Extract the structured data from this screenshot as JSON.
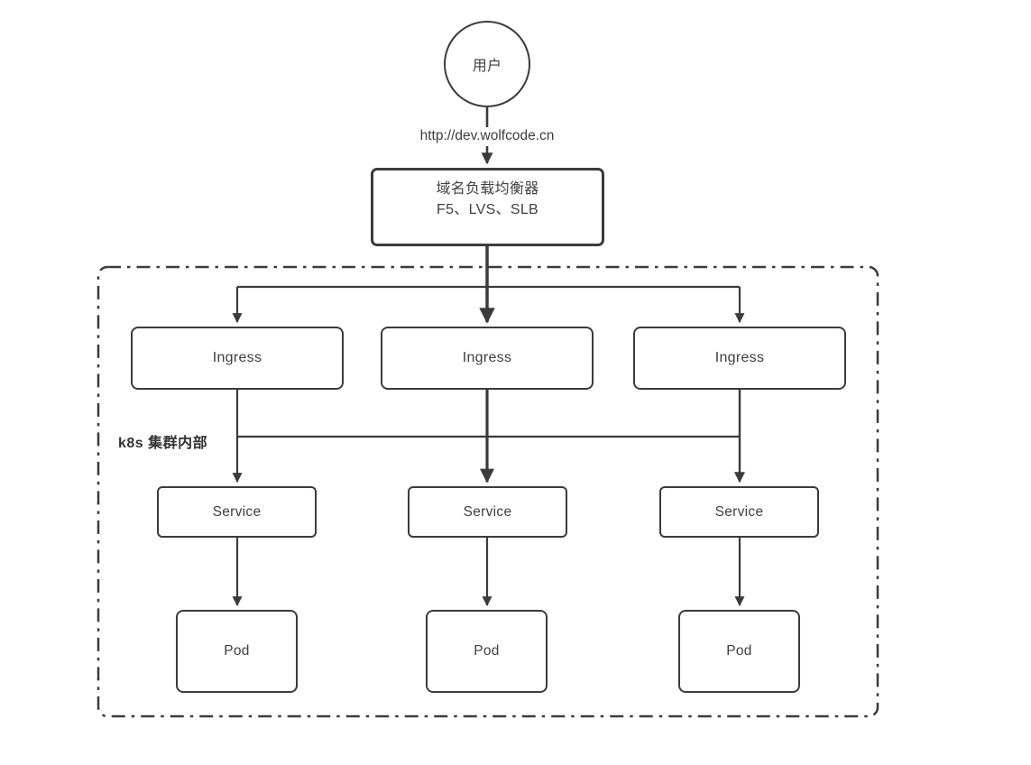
{
  "diagram": {
    "title_semantic": "k8s ingress traffic flow diagram",
    "colors": {
      "background": "#ffffff",
      "stroke": "#3b3b3b",
      "text": "#3c3c3c"
    },
    "user_node": {
      "label": "用户"
    },
    "request_label": "http://dev.wolfcode.cn",
    "load_balancer": {
      "title": "域名负载均衡器",
      "subtitle": "F5、LVS、SLB"
    },
    "cluster_label": "k8s 集群内部",
    "ingress_nodes": [
      {
        "label": "Ingress"
      },
      {
        "label": "Ingress"
      },
      {
        "label": "Ingress"
      }
    ],
    "service_nodes": [
      {
        "label": "Service"
      },
      {
        "label": "Service"
      },
      {
        "label": "Service"
      }
    ],
    "pod_nodes": [
      {
        "label": "Pod"
      },
      {
        "label": "Pod"
      },
      {
        "label": "Pod"
      }
    ],
    "edges": [
      "user -> load-balancer (labeled http://dev.wolfcode.cn)",
      "load-balancer -> ingress-1",
      "load-balancer -> ingress-2",
      "load-balancer -> ingress-3",
      "ingress-1 -> service-1 (shared horizontal bus links all three columns)",
      "ingress-2 -> service-2",
      "ingress-3 -> service-3",
      "service-1 -> pod-1",
      "service-2 -> pod-2",
      "service-3 -> pod-3"
    ]
  }
}
